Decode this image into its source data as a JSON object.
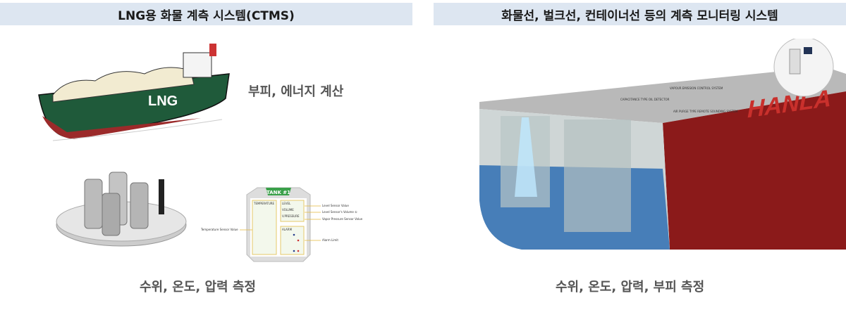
{
  "left": {
    "title": "LNG용 화물 계측 시스템(CTMS)",
    "caption_top": "부피, 에너지 계산",
    "caption_bottom": "수위, 온도, 압력 측정",
    "ship_label": "LNG",
    "tank_panel": {
      "title": "TANK #1",
      "temperature": "TEMPERATURE",
      "level": "LEVEL",
      "volume": "VOLUME",
      "vpressure": "V.PRESSURE",
      "alarm": "ALARM",
      "callouts": [
        "Level Sensor Value",
        "Level Sensor's Volume ①",
        "Vapor Pressure Sensor Value",
        "Temperature Sensor Value",
        "Alarm Limit"
      ]
    }
  },
  "right": {
    "title": "화물선, 벌크선, 컨테이너선 등의 계측 모니터링 시스템",
    "caption": "수위, 온도, 압력, 부피 측정",
    "hull_brand": "HANLA",
    "labels": [
      "CAPACITANCE TYPE OIL DETECTOR",
      "VAPOUR EMISSION CONTROL SYSTEM",
      "AIR PURGE TYPE REMOTE SOUNDING SYSTEM"
    ]
  },
  "colors": {
    "header_bg": "#dde6f1",
    "hull_green": "#1f5a3a",
    "hull_red": "#8b1a1a",
    "water": "#2f6fb3"
  }
}
